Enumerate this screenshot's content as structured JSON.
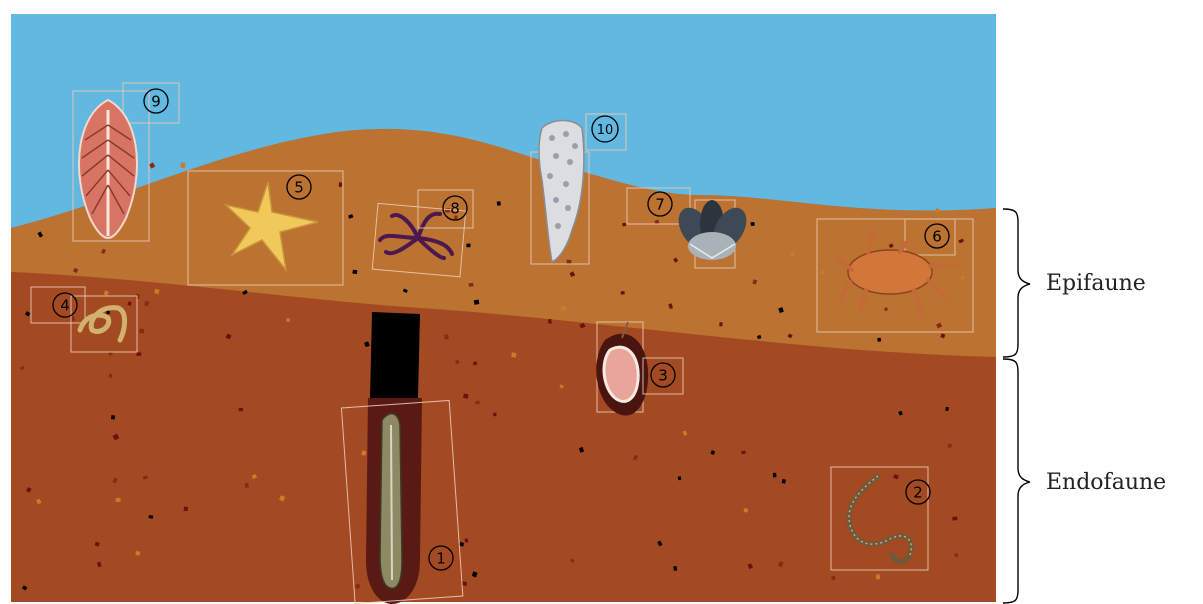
{
  "zones": {
    "epifaune": "Epifaune",
    "endofaune": "Endofaune"
  },
  "organisms": [
    {
      "number": "1",
      "icon": "razor-clam-icon"
    },
    {
      "number": "2",
      "icon": "ragworm-icon"
    },
    {
      "number": "3",
      "icon": "cockle-icon"
    },
    {
      "number": "4",
      "icon": "nematode-worm-icon"
    },
    {
      "number": "5",
      "icon": "starfish-icon"
    },
    {
      "number": "6",
      "icon": "crab-icon"
    },
    {
      "number": "7",
      "icon": "mussel-cluster-icon"
    },
    {
      "number": "8",
      "icon": "brittle-star-icon"
    },
    {
      "number": "9",
      "icon": "sea-pen-icon"
    },
    {
      "number": "10",
      "icon": "sponge-icon"
    }
  ],
  "colors": {
    "water": "#61b8e0",
    "upper_sediment": "#bc7230",
    "lower_sediment": "#a44a22",
    "burrow": "#000000"
  }
}
